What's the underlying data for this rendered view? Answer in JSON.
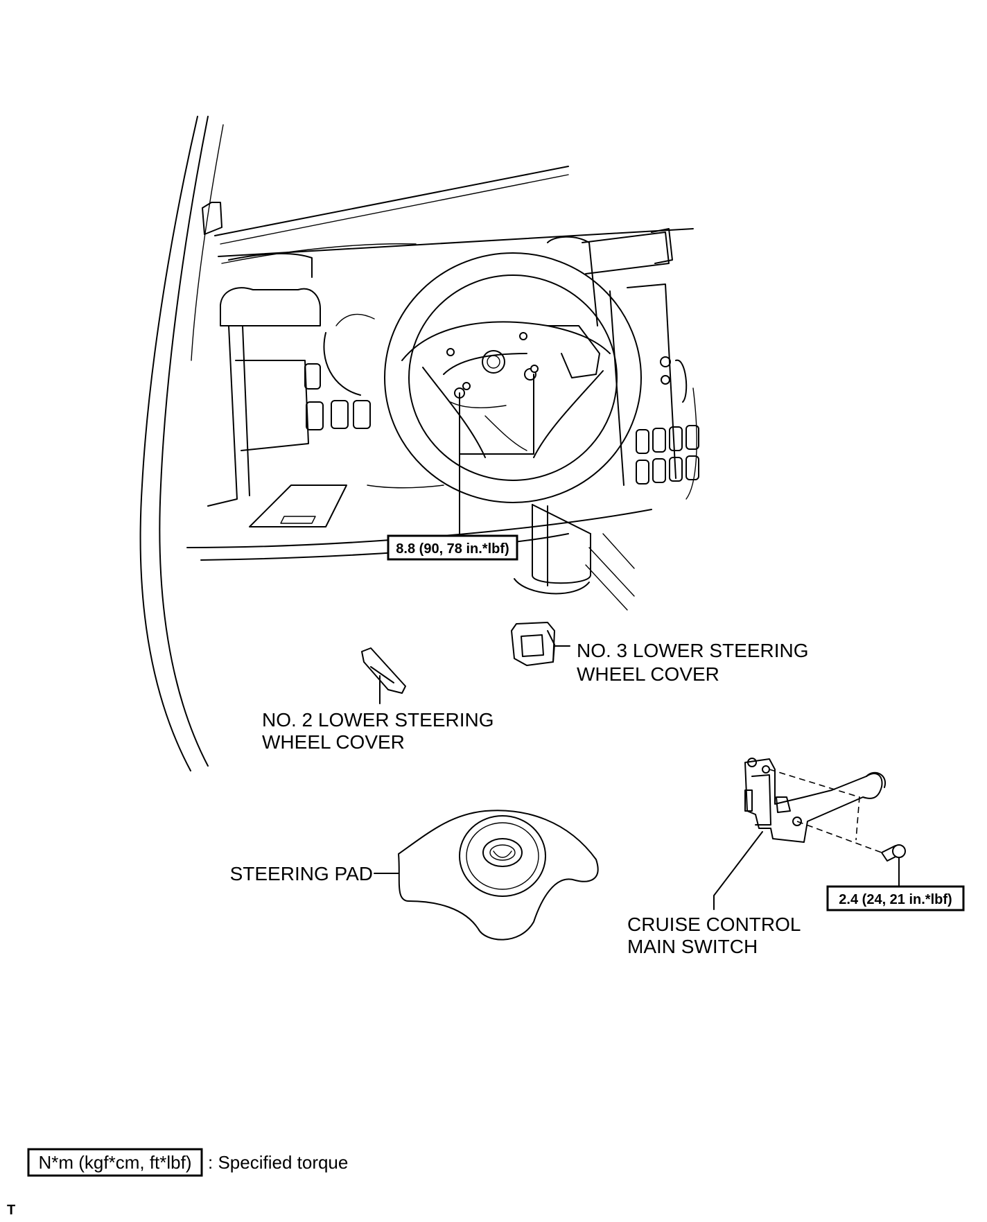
{
  "labels": {
    "no3_line1": "NO. 3 LOWER STEERING",
    "no3_line2": "WHEEL COVER",
    "no2_line1": "NO. 2 LOWER STEERING",
    "no2_line2": "WHEEL COVER",
    "steering_pad": "STEERING PAD",
    "cruise_line1": "CRUISE CONTROL",
    "cruise_line2": "MAIN SWITCH"
  },
  "torques": {
    "wheel_bolts": "8.8 (90, 78 in.*lbf)",
    "switch_screw": "2.4 (24, 21 in.*lbf)"
  },
  "legend": {
    "box_text": "N*m (kgf*cm, ft*lbf)",
    "description": ": Specified torque"
  },
  "corner_mark": "T"
}
